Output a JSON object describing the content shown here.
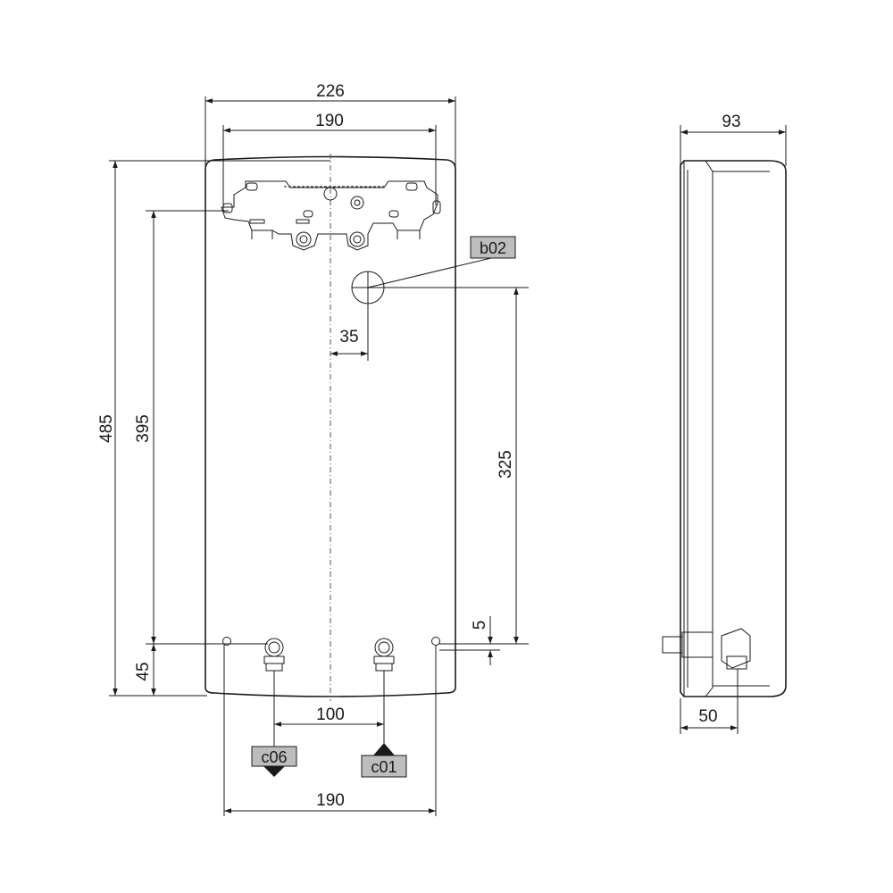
{
  "dimensions": {
    "overall_width": "226",
    "bracket_width_top": "190",
    "side_depth": "93",
    "overall_height": "485",
    "bracket_to_connection_height": "395",
    "hole_offset": "35",
    "b02_to_connection_height": "325",
    "small_offset": "5",
    "connection_to_bottom": "45",
    "connection_spacing": "100",
    "hole_spacing_bottom": "190",
    "side_connection_depth": "50"
  },
  "tags": {
    "b02": "b02",
    "c06": "c06",
    "c01": "c01"
  }
}
